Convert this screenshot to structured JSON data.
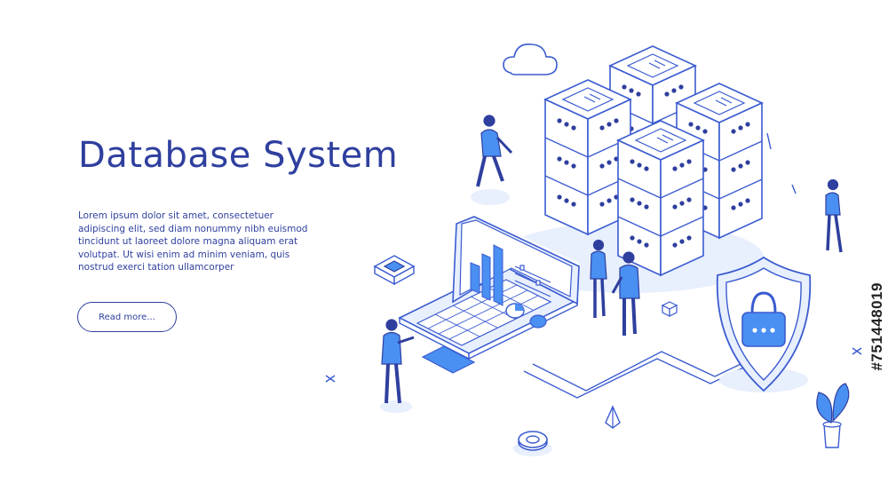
{
  "hero": {
    "title": "Database System",
    "body": "Lorem ipsum dolor sit amet, consectetuer adipiscing elit, sed diam nonummy nibh euismod tincidunt ut laoreet dolore magna aliquam erat volutpat. Ut wisi enim ad minim veniam, quis nostrud exerci tation ullamcorper",
    "button_label": "Read more..."
  },
  "watermark": {
    "stock_id": "#751448019"
  },
  "illustration": {
    "icons": [
      "cloud-icon",
      "server-rack-icon",
      "laptop-icon",
      "dashboard-chart-icon",
      "shield-lock-icon",
      "person-icon",
      "plant-icon",
      "chip-icon",
      "cube-icon",
      "ring-icon",
      "pyramid-icon"
    ]
  },
  "colors": {
    "primary": "#2f3f9e",
    "accent": "#4a8ff2",
    "line": "#3a5bd0",
    "fill_light": "#e8effd"
  }
}
